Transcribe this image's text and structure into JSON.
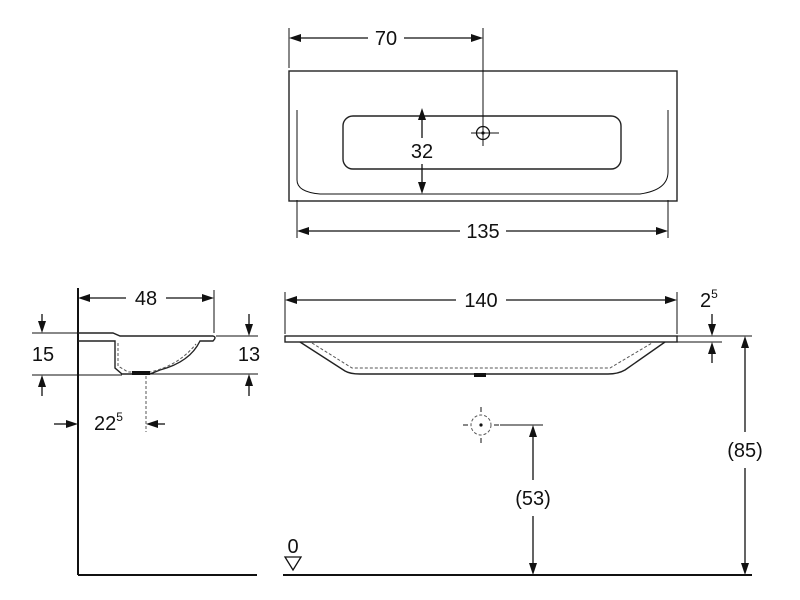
{
  "drawing": {
    "top_view": {
      "dim_overall_width_upper": "70",
      "dim_bowl_depth": "32",
      "dim_inner_width": "135"
    },
    "side_view": {
      "dim_depth": "48",
      "dim_left_height": "15",
      "dim_right_height": "13",
      "dim_drain_offset": "22",
      "dim_drain_offset_sup": "5"
    },
    "front_view": {
      "dim_width": "140",
      "dim_rim": "2",
      "dim_rim_sup": "5",
      "dim_height_total": "(85)",
      "dim_height_drain": "(53)",
      "floor_level": "0"
    }
  }
}
